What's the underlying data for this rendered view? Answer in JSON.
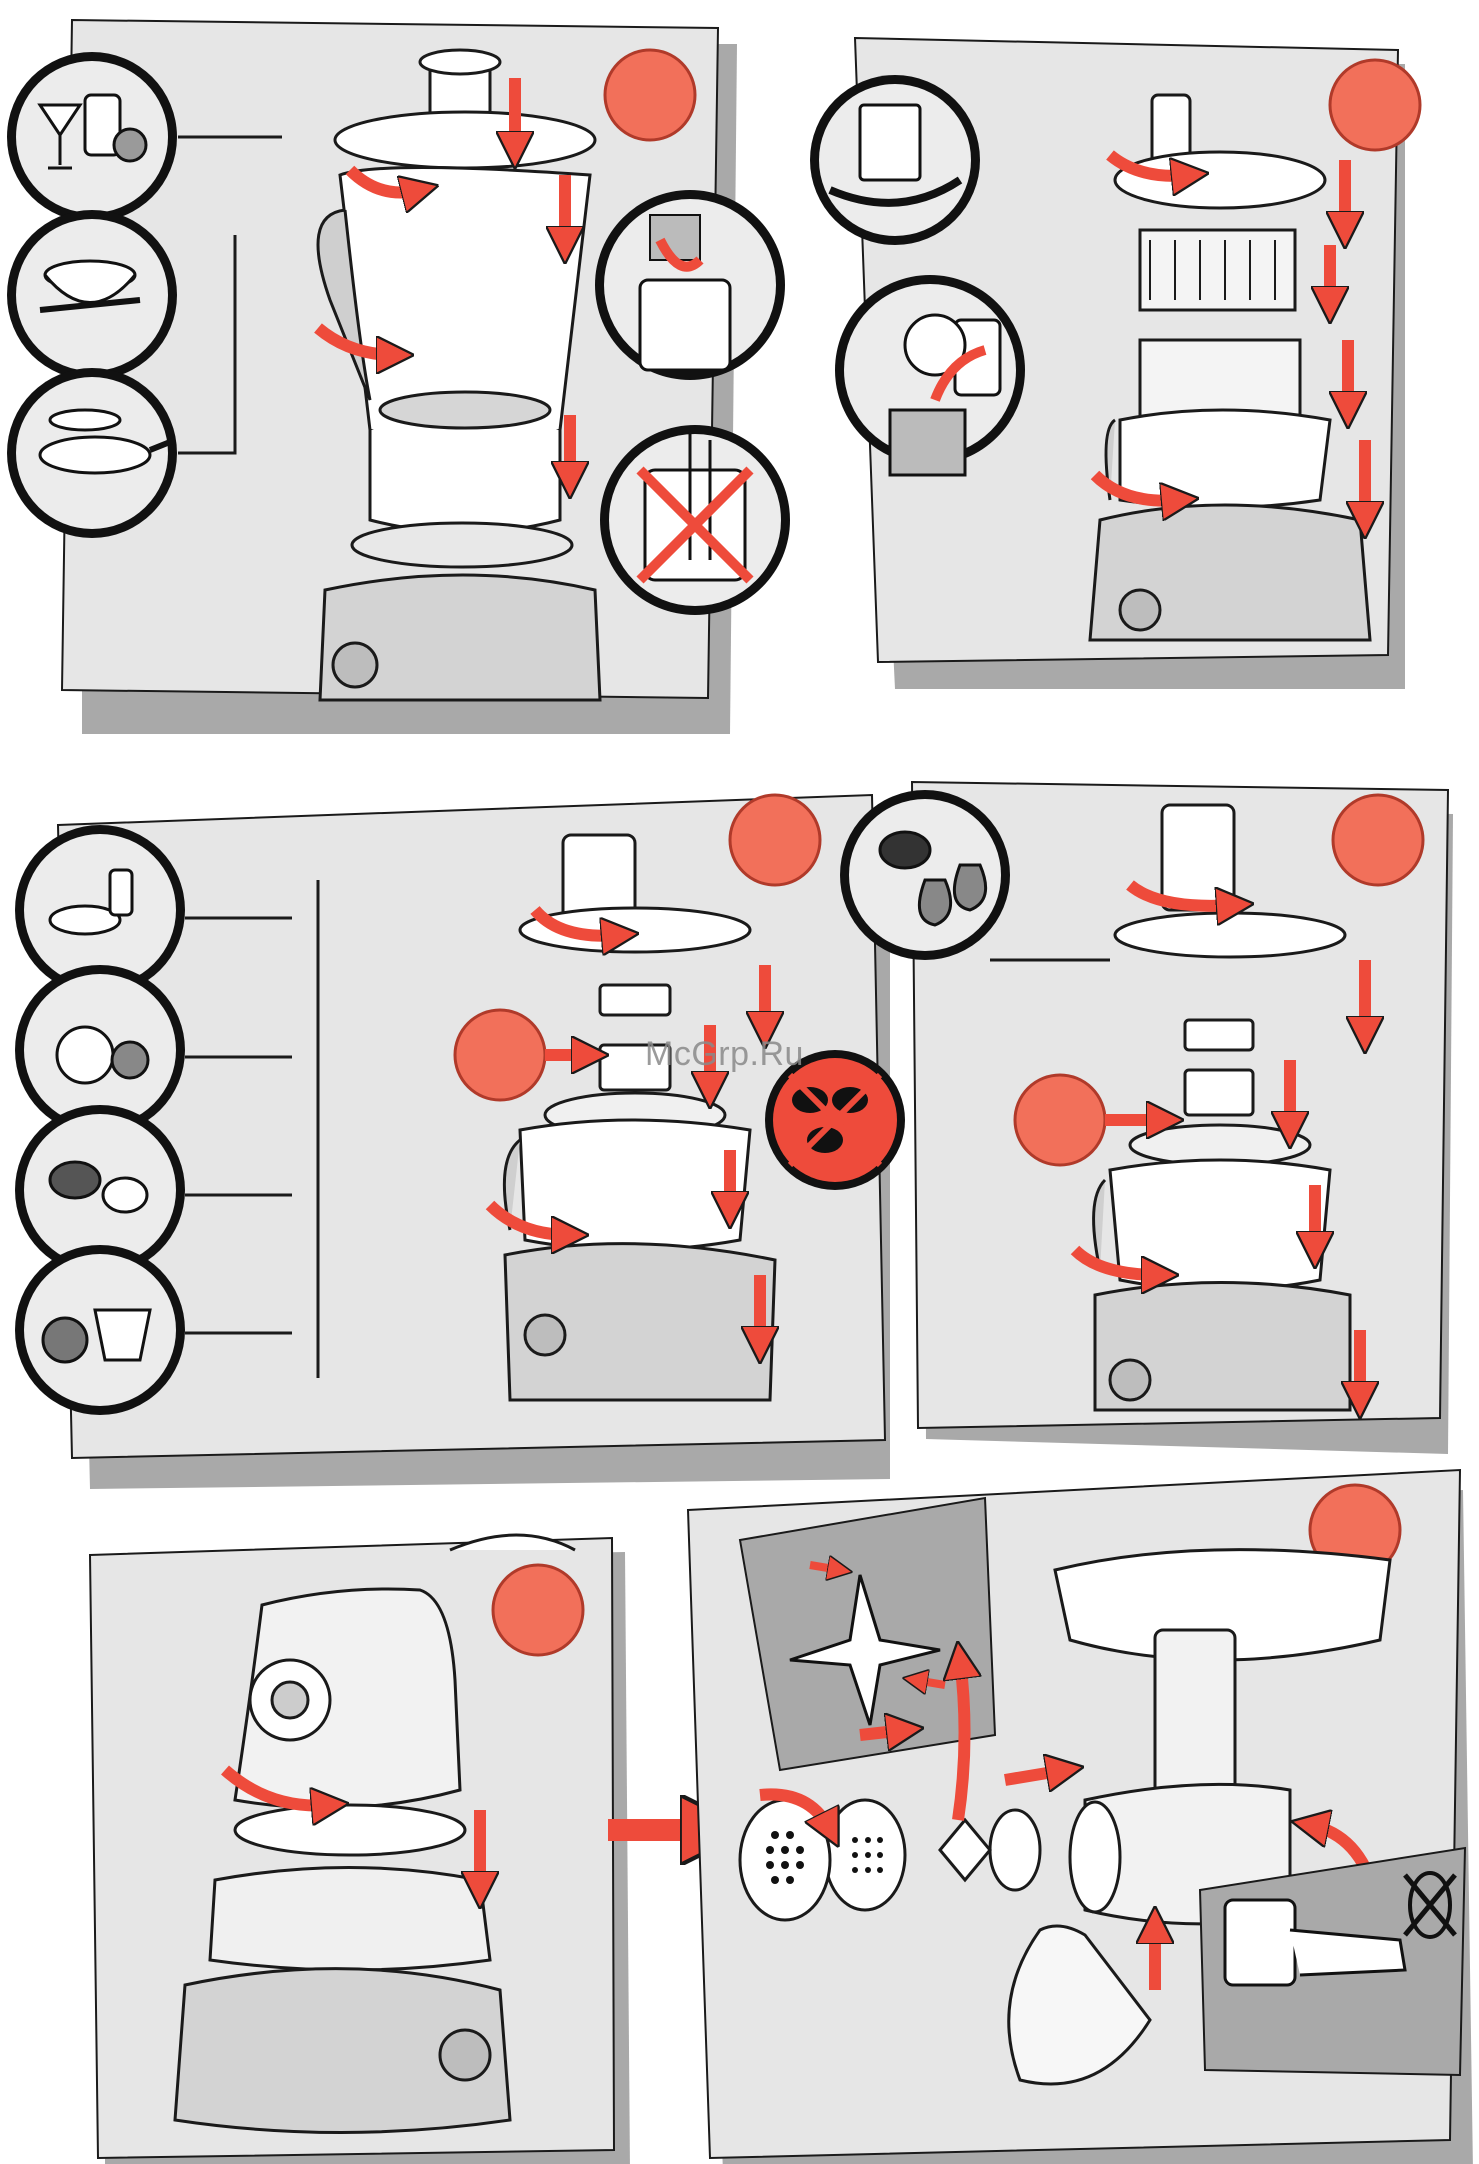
{
  "watermark": "McGrp.Ru",
  "colors": {
    "background": "#ffffff",
    "panel_fill": "#e6e6e6",
    "panel_shadow": "#a9a9a9",
    "step_circle": "#f2705a",
    "arrow_red": "#ee4b3b",
    "outline": "#1a1a1a",
    "appliance_body": "#dcdcdc",
    "icon_circle_ring": "#111111"
  },
  "panels": [
    {
      "name": "blender-jug-assembly",
      "icons": [
        "drinks-icon",
        "soup-icon",
        "pancake-icon"
      ],
      "warnings": [
        "no-hand-in-jug-icon"
      ]
    },
    {
      "name": "juicer-assembly",
      "icons": [
        "juice-icon",
        "pulp-disposal-icon"
      ]
    },
    {
      "name": "mini-bowl-assembly",
      "icons": [
        "baby-food-icon",
        "herbs-icon",
        "nuts-icon",
        "spices-icon"
      ],
      "warnings": [
        "no-coffee-beans-icon"
      ]
    },
    {
      "name": "mini-chopper-assembly",
      "icons": [
        "dried-fruit-icon"
      ]
    },
    {
      "name": "power-unit-attach"
    },
    {
      "name": "mincer-assembly",
      "warnings": [
        "no-reverse-turn-icon"
      ]
    }
  ]
}
